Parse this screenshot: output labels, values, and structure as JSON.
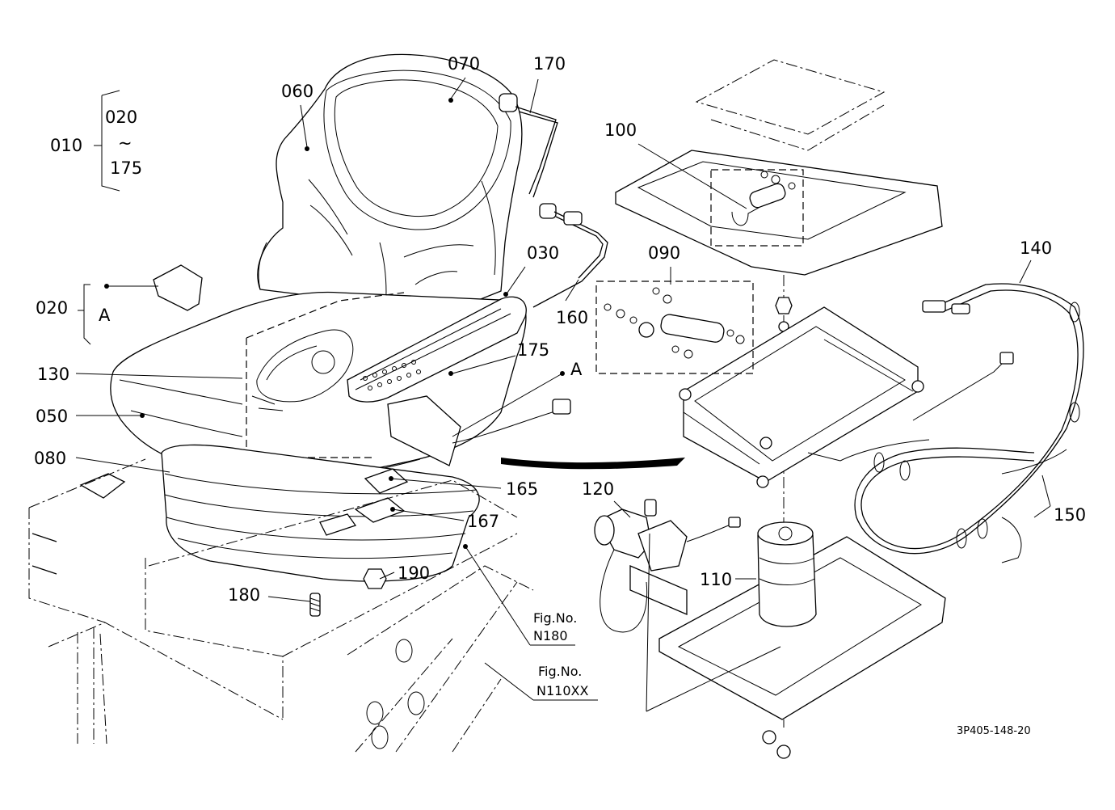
{
  "callouts": {
    "c010": "010",
    "c020_group": "020",
    "c175_group": "175",
    "c020": "020",
    "a_left": "A",
    "c060": "060",
    "c070": "070",
    "c170": "170",
    "c030": "030",
    "c160": "160",
    "c130": "130",
    "c050": "050",
    "c080": "080",
    "c175": "175",
    "a_right": "A",
    "c165": "165",
    "c167": "167",
    "c180": "180",
    "c190": "190",
    "c100": "100",
    "c090": "090",
    "c140": "140",
    "c150": "150",
    "c120": "120",
    "c110": "110"
  },
  "range_mark": "~",
  "figure_refs": [
    {
      "prefix": "Fig.No.",
      "id": "N180"
    },
    {
      "prefix": "Fig.No.",
      "id": "N110XX"
    }
  ],
  "drawing_number": "3P405-148-20"
}
